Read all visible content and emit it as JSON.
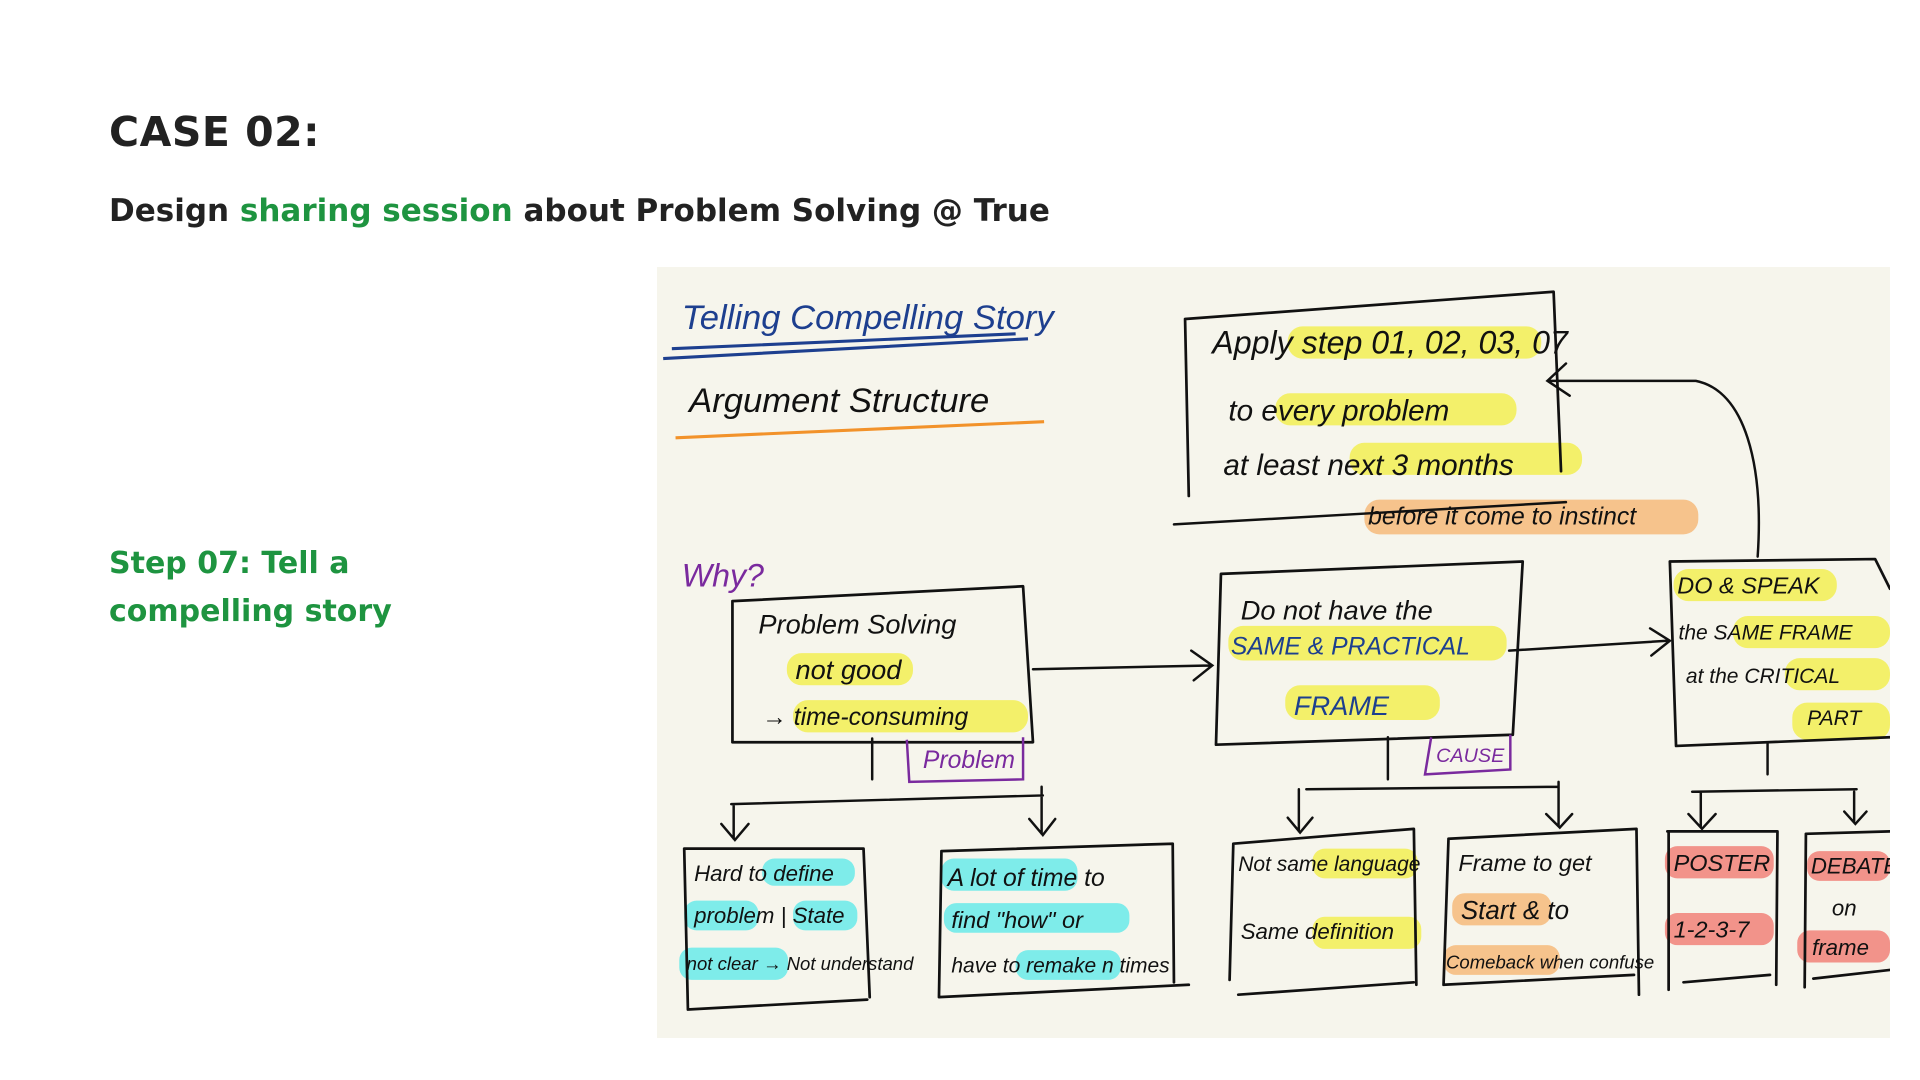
{
  "header": {
    "title": "CASE 02:",
    "subtitle_pre": "Design ",
    "subtitle_accent": "sharing session",
    "subtitle_post": " about Problem Solving @ True"
  },
  "step": {
    "label": "Step 07: Tell a compelling story"
  },
  "colors": {
    "accent": "#1e9440",
    "text": "#222222",
    "sketch_bg": "#f6f5ec",
    "highlight_yellow": "#f3f06a",
    "highlight_cyan": "#7eecea",
    "highlight_orange": "#f6c38c",
    "highlight_red": "#f2938a"
  },
  "sketch": {
    "heading1": "Telling Compelling Story",
    "heading2": "Argument Structure",
    "why": "Why?",
    "goal": {
      "line1": "Apply step 01, 02, 03, 07",
      "line2": "to every problem",
      "line3": "at least next 3 months",
      "note": "before it come to instinct"
    },
    "problem": {
      "line1": "Problem Solving",
      "line2": "not good",
      "line3": "→ time-consuming",
      "tag": "Problem"
    },
    "cause": {
      "line1": "Do not have the",
      "line2": "SAME & PRACTICAL",
      "line3": "FRAME",
      "tag": "CAUSE"
    },
    "solution": {
      "line1": "DO & SPEAK",
      "line2": "the SAME FRAME",
      "line3": "at the CRITICAL",
      "line4": "PART"
    },
    "sub_problem_1": {
      "line1": "Hard to define",
      "line2": "problem | State",
      "line3": "not clear → Not understand"
    },
    "sub_problem_2": {
      "line1": "A lot of time to",
      "line2": "find \"how\" or",
      "line3": "have to remake n times"
    },
    "sub_cause_1": {
      "line1": "Not same language",
      "line2": "Same definition"
    },
    "sub_cause_2": {
      "line1": "Frame to get",
      "line2": "Start & to",
      "line3": "Comeback when confuse"
    },
    "sub_solution_1": {
      "line1": "POSTER",
      "line2": "1-2-3-7"
    },
    "sub_solution_2": {
      "line1": "DEBATE",
      "line2": "on",
      "line3": "frame"
    }
  }
}
